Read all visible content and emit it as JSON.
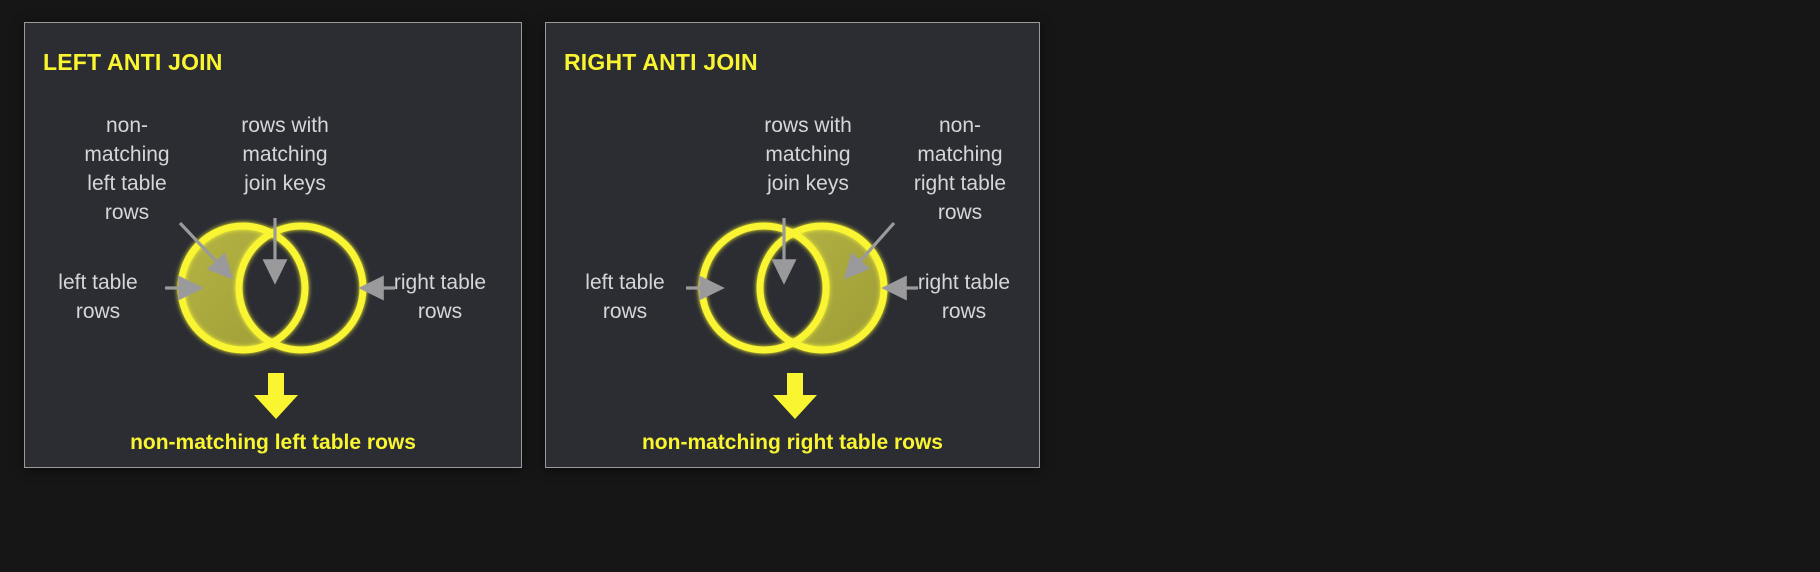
{
  "page": {
    "background_color": "#161617",
    "panel_background": "#2b2d33",
    "panel_border_color": "#9b9b9b",
    "accent_yellow": "#f9f530",
    "fill_olive": "#aaa93c",
    "label_gray": "#d6d6d8",
    "connector_gray": "#9a9a9c"
  },
  "panels": [
    {
      "id": "left-anti-join",
      "title": "LEFT ANTI JOIN",
      "callouts": {
        "upper_left": "non-\nmatching\nleft table\nrows",
        "upper_right": "rows with\nmatching\njoin keys"
      },
      "side_labels": {
        "left": "left table\nrows",
        "right": "right table\nrows"
      },
      "venn": {
        "left_circle_label": "left table rows",
        "right_circle_label": "right table rows",
        "highlighted_region": "left-only"
      },
      "result_caption": "non-matching left table rows"
    },
    {
      "id": "right-anti-join",
      "title": "RIGHT ANTI JOIN",
      "callouts": {
        "upper_left": "rows with\nmatching\njoin keys",
        "upper_right": "non-\nmatching\nright table\nrows"
      },
      "side_labels": {
        "left": "left table\nrows",
        "right": "right table\nrows"
      },
      "venn": {
        "left_circle_label": "left table rows",
        "right_circle_label": "right table rows",
        "highlighted_region": "right-only"
      },
      "result_caption": "non-matching right table rows"
    }
  ]
}
